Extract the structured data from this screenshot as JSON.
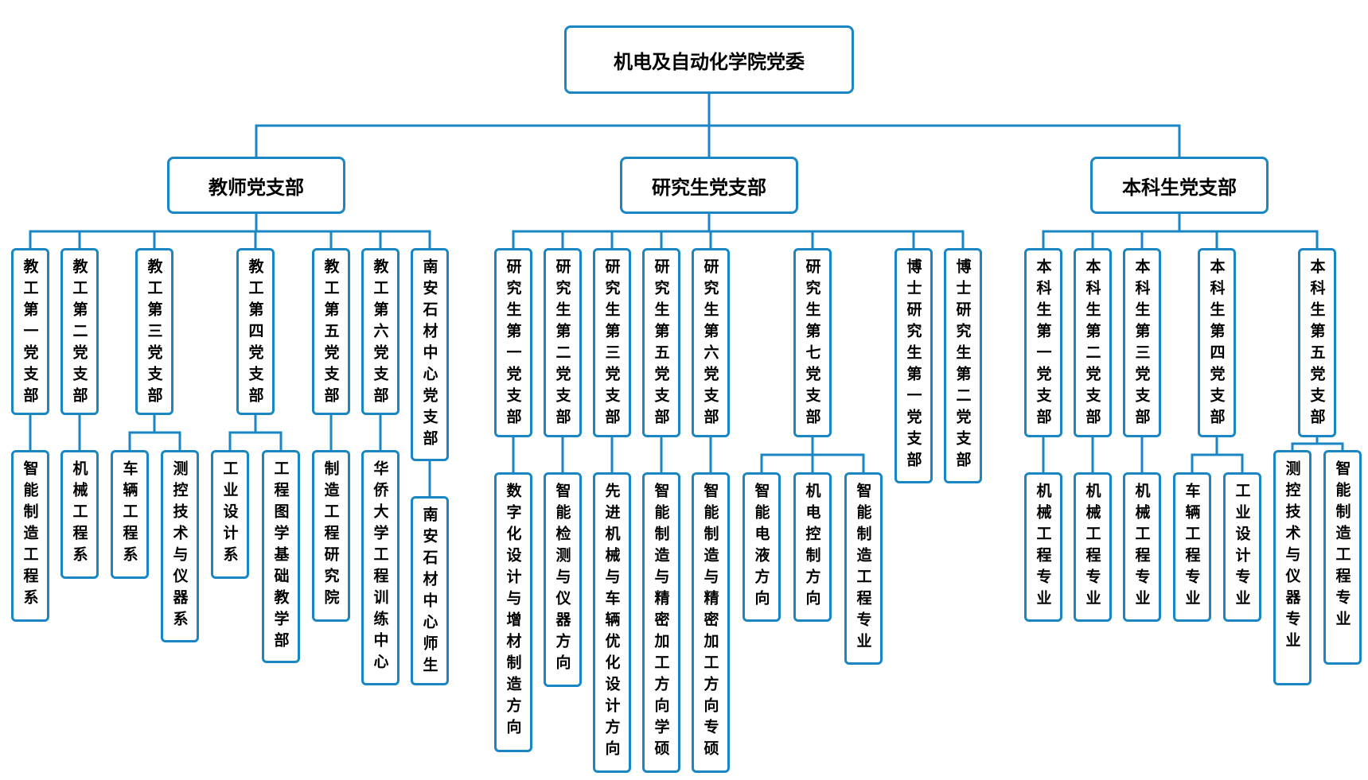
{
  "line_color": "#1a86c3",
  "border_color": "#1a86c3",
  "nodes": {
    "root": "机电及自动化学院党委",
    "b1": "教师党支部",
    "b2": "研究生党支部",
    "b3": "本科生党支部",
    "t1": "教工第一党支部",
    "t2": "教工第二党支部",
    "t3": "教工第三党支部",
    "t4": "教工第四党支部",
    "t5": "教工第五党支部",
    "t6": "教工第六党支部",
    "t7": "南安石材中心党支部",
    "t1a": "智能制造工程系",
    "t2a": "机械工程系",
    "t3a": "车辆工程系",
    "t3b": "测控技术与仪器系",
    "t4a": "工业设计系",
    "t4b": "工程图学基础教学部",
    "t5a": "制造工程研究院",
    "t6a": "华侨大学工程训练中心",
    "t7a": "南安石材中心师生",
    "g1": "研究生第一党支部",
    "g2": "研究生第二党支部",
    "g3": "研究生第三党支部",
    "g5": "研究生第五党支部",
    "g6": "研究生第六党支部",
    "g7": "研究生第七党支部",
    "d1": "博士研究生第一党支部",
    "d2": "博士研究生第二党支部",
    "g1a": "数字化设计与增材制造方向",
    "g2a": "智能检测与仪器方向",
    "g3a": "先进机械与车辆优化设计方向",
    "g5a": "智能制造与精密加工方向学硕",
    "g6a": "智能制造与精密加工方向专硕",
    "g7a": "智能电液方向",
    "g7b": "机电控制方向",
    "g7c": "智能制造工程专业",
    "u1": "本科生第一党支部",
    "u2": "本科生第二党支部",
    "u3": "本科生第三党支部",
    "u4": "本科生第四党支部",
    "u5": "本科生第五党支部",
    "u1a": "机械工程专业",
    "u2a": "机械工程专业",
    "u3a": "机械工程专业",
    "u4a": "车辆工程专业",
    "u4b": "工业设计专业",
    "u5a": "测控技术与仪器专业",
    "u5b": "智能制造工程专业"
  }
}
